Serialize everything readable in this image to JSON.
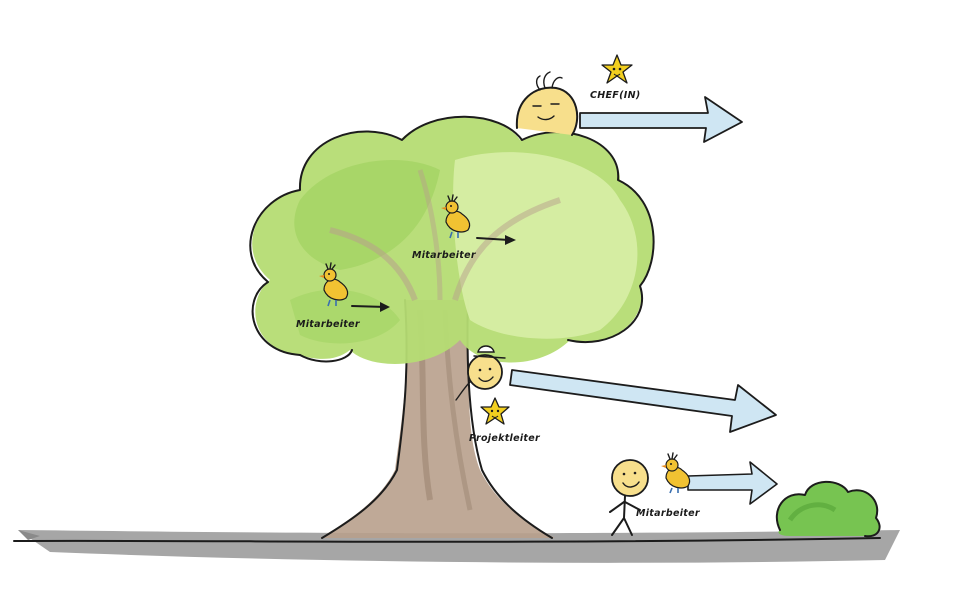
{
  "labels": {
    "boss": "CHEF(IN)",
    "employee_left": "Mitarbeiter",
    "employee_center": "Mitarbeiter",
    "project_lead": "Projektleiter",
    "employee_ground": "Mitarbeiter"
  },
  "colors": {
    "tree_foliage": "#a8d86a",
    "tree_foliage_light": "#d4ec9a",
    "trunk": "#b39a86",
    "bush": "#6cc04a",
    "arrow_fill": "#cfe6f3",
    "ground_shadow": "#9e9e9e",
    "face": "#f7df8c",
    "star": "#f2cf1f",
    "bird": "#f1c232"
  },
  "icons": [
    "star-icon",
    "bird-icon",
    "face-icon",
    "arrow-icon",
    "bush-icon",
    "tree-icon"
  ]
}
